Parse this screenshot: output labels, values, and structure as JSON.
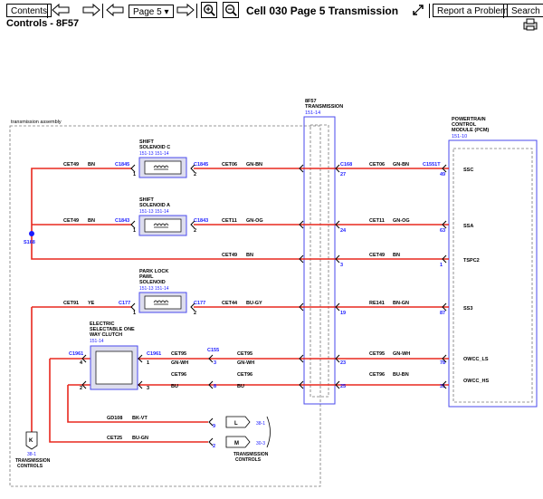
{
  "toolbar": {
    "contents_label": "Contents",
    "page_select": "Page 5",
    "title": "Cell 030 Page 5 Transmission",
    "report_label": "Report a Problem",
    "search_label": "Search",
    "subtitle": "Controls - 8F57"
  },
  "diagram": {
    "assembly_label": "transmission assembly",
    "connector": {
      "lines": [
        "8F57",
        "TRANSMISSION"
      ],
      "ref": "151-14"
    },
    "pcm": {
      "lines": [
        "POWERTRAIN",
        "CONTROL",
        "MODULE (PCM)"
      ],
      "ref": "151-10"
    },
    "splice": "S168",
    "components": {
      "shift_c": {
        "lines": [
          "SHIFT",
          "SOLENOID C"
        ],
        "refs": "151-13   151-14"
      },
      "shift_a": {
        "lines": [
          "SHIFT",
          "SOLENOID A"
        ],
        "refs": "151-13   151-14"
      },
      "park_lock": {
        "lines": [
          "PARK LOCK",
          "PAWL",
          "SOLENOID"
        ],
        "refs": "151-13   151-14"
      },
      "clutch": {
        "lines": [
          "ELECTRIC",
          "SELECTABLE ONE",
          "WAY CLUTCH"
        ],
        "ref": "151-14"
      }
    },
    "wires": [
      {
        "circuit": "CET49",
        "color": "BN"
      },
      {
        "circuit": "CET06",
        "color": "GN-BN"
      },
      {
        "circuit": "CET11",
        "color": "GN-OG"
      },
      {
        "circuit": "CET91",
        "color": "YE"
      },
      {
        "circuit": "CET44",
        "color": "BU-GY"
      },
      {
        "circuit": "RE141",
        "color": "BN-GN"
      },
      {
        "circuit": "CET95",
        "color": "GN-WH"
      },
      {
        "circuit": "CET96",
        "color": "BU"
      },
      {
        "circuit": "CET96",
        "color": "BU-BN"
      },
      {
        "circuit": "GD108",
        "color": "BK-VT"
      },
      {
        "circuit": "CET25",
        "color": "BU-GN"
      }
    ],
    "connectors": [
      "C1845",
      "C1843",
      "C177",
      "C1961",
      "C155",
      "C168",
      "C1551T"
    ],
    "pcm_pins": [
      {
        "name": "SSC",
        "pin": "49"
      },
      {
        "name": "SSA",
        "pin": "63"
      },
      {
        "name": "TSPC2",
        "pin": "1"
      },
      {
        "name": "SS3",
        "pin": "87"
      },
      {
        "name": "OWCC_LS",
        "pin": "78"
      },
      {
        "name": "OWCC_HS",
        "pin": "31"
      }
    ],
    "trans_pins": [
      "27",
      "24",
      "3",
      "19",
      "23",
      "25"
    ],
    "refs": {
      "l": "L",
      "l_ref": "38-1",
      "m": "M",
      "m_ref": "30-3",
      "k": "K",
      "k_ref": "38-1"
    },
    "trans_controls": "TRANSMISSION\nCONTROLS"
  },
  "colors": {
    "wire": "#e8281e",
    "blue": "#1a1aff",
    "box": "#4a4aee"
  }
}
